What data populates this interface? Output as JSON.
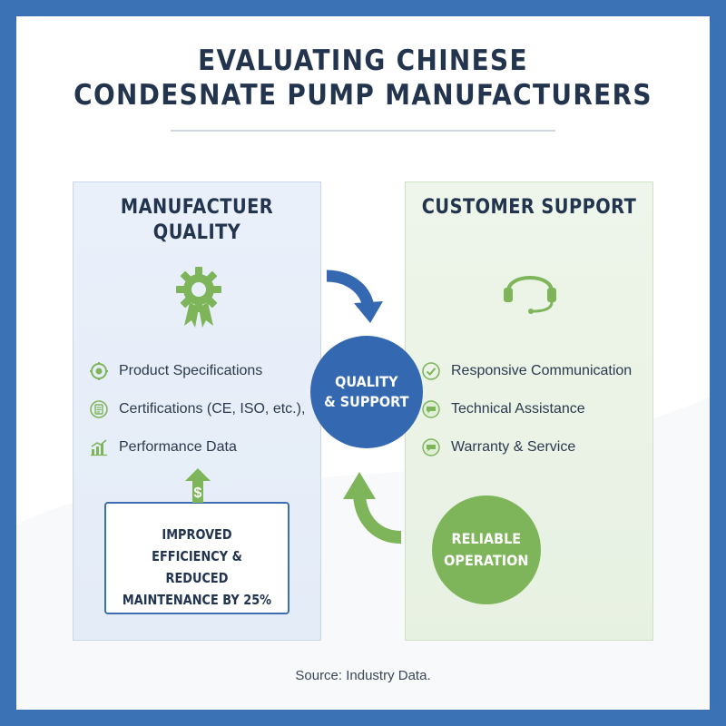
{
  "title": {
    "line1": "EVALUATING CHINESE",
    "line2": "CONDESNATE PUMP MANUFACTURERS"
  },
  "left_panel": {
    "title_line1": "MANUFACTUER",
    "title_line2": "QUALITY",
    "icon": "gear-award-icon",
    "items": [
      {
        "label": "Product Specifications",
        "icon": "gear-small-icon"
      },
      {
        "label": "Certifications (CE, ISO, etc.),",
        "icon": "document-icon"
      },
      {
        "label": "Performance Data",
        "icon": "bar-chart-icon"
      }
    ],
    "callout": {
      "icon": "dollar-up-arrow-icon",
      "line1": "IMPROVED",
      "line2": "EFFICIENCY & REDUCED",
      "line3": "MAINTENANCE BY 25%"
    }
  },
  "right_panel": {
    "title": "CUSTOMER SUPPORT",
    "icon": "headset-icon",
    "items": [
      {
        "label": "Responsive Communication",
        "icon": "check-circle-icon"
      },
      {
        "label": "Technical Assistance",
        "icon": "chat-bubble-icon"
      },
      {
        "label": "Warranty & Service",
        "icon": "chat-bubble-icon"
      }
    ]
  },
  "center_circle": {
    "line1": "QUALITY",
    "line2": "& SUPPORT"
  },
  "green_circle": {
    "line1": "RELIABLE",
    "line2": "OPERATION"
  },
  "source": "Source: Industry Data.",
  "colors": {
    "frame": "#3b72b5",
    "title": "#22344e",
    "blue_accent": "#3468b0",
    "green_accent": "#7eb55a"
  }
}
